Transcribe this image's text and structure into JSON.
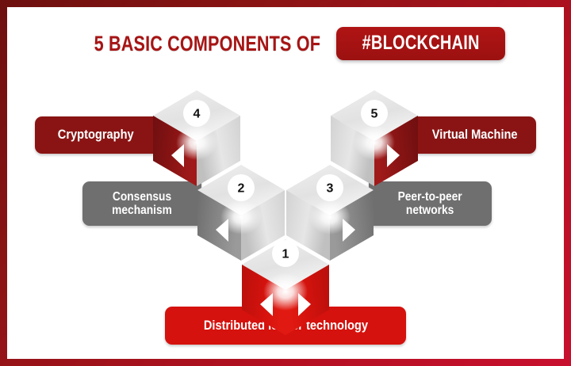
{
  "frame": {
    "border_color_start": "#6d100f",
    "border_color_end": "#c8102e",
    "background": "#ffffff"
  },
  "header": {
    "title_prefix": "5 BASIC COMPONENTS OF",
    "badge_text": "#BLOCKCHAIN",
    "title_color": "#a71414",
    "badge_bg": "#b01414",
    "badge_text_color": "#ffffff"
  },
  "palette": {
    "dark_red": "#8a1414",
    "bright_red": "#d5120d",
    "gray": "#6f6f6f",
    "cube_light": "#e8e8e8",
    "cube_mid": "#c9c9c9",
    "cube_dark_gray": "#7a7a7a",
    "white": "#ffffff"
  },
  "diagram": {
    "type": "v-arrangement-isometric-cubes",
    "cube_count": 5,
    "components": [
      {
        "number": "1",
        "label": "Distributed ledger technology",
        "label_lines": [
          "Distributed ledger technology"
        ],
        "cube_color": "bright_red",
        "pill_color": "bright_red",
        "position": "bottom-center",
        "arrows": [
          "left",
          "right"
        ]
      },
      {
        "number": "2",
        "label": "Consensus mechanism",
        "label_lines": [
          "Consensus",
          "mechanism"
        ],
        "cube_color": "gray",
        "pill_color": "gray",
        "position": "mid-left",
        "arrows": [
          "left"
        ]
      },
      {
        "number": "3",
        "label": "Peer-to-peer networks",
        "label_lines": [
          "Peer-to-peer",
          "networks"
        ],
        "cube_color": "gray",
        "pill_color": "gray",
        "position": "mid-right",
        "arrows": [
          "right"
        ]
      },
      {
        "number": "4",
        "label": "Cryptography",
        "label_lines": [
          "Cryptography"
        ],
        "cube_color": "dark_red",
        "pill_color": "dark_red",
        "position": "top-left",
        "arrows": [
          "left"
        ]
      },
      {
        "number": "5",
        "label": "Virtual Machine",
        "label_lines": [
          "Virtual Machine"
        ],
        "cube_color": "dark_red",
        "pill_color": "dark_red",
        "position": "top-right",
        "arrows": [
          "right"
        ]
      }
    ]
  },
  "icons": {
    "arrow_left": "triangle-left-icon",
    "arrow_right": "triangle-right-icon",
    "badge": "number-badge-circle"
  }
}
